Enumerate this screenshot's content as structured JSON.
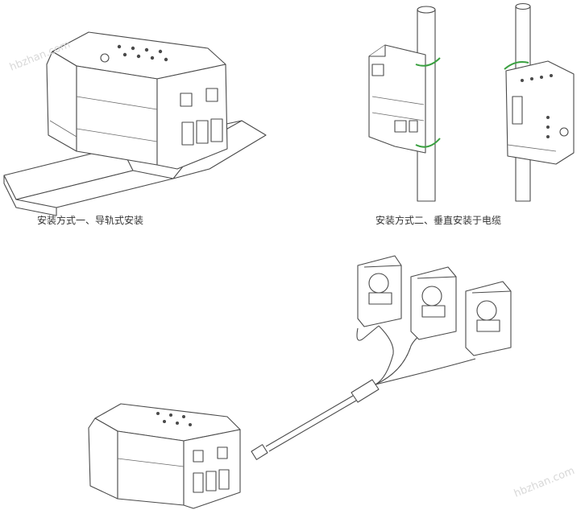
{
  "captions": {
    "method1": "安装方式一、导轨式安装",
    "method2": "安装方式二、垂直安装于电缆"
  },
  "colors": {
    "line": "#4a4a4a",
    "strap": "#3aa040",
    "background": "#ffffff"
  },
  "watermark": "hbzhan.com"
}
